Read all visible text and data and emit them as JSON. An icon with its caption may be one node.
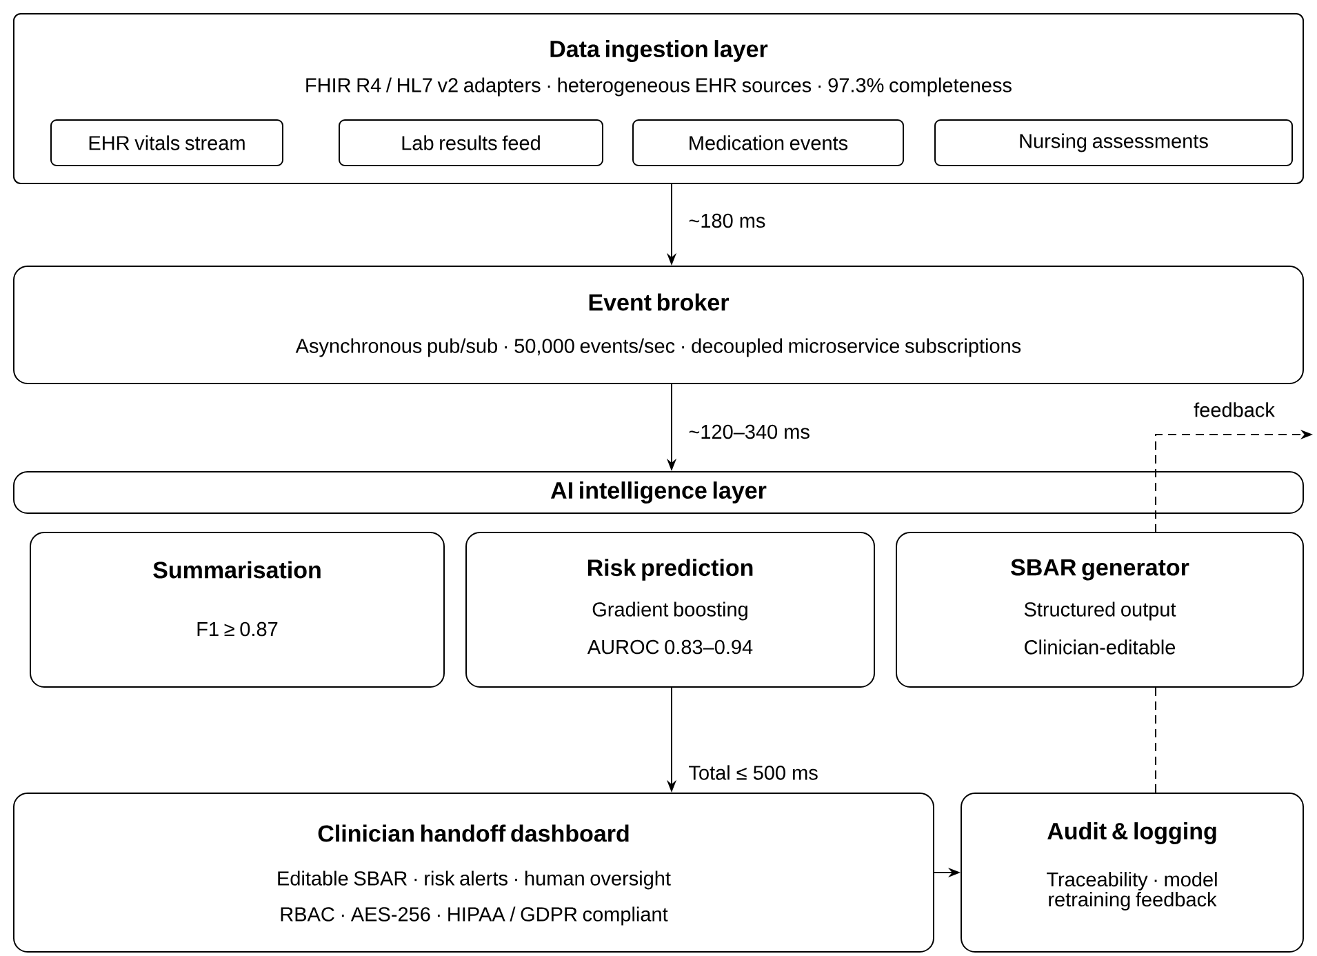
{
  "diagram": {
    "nodes": [
      {
        "text": [
          "Data ingestion layer",
          "FHIR R4 / HL7 v2 adapters · heterogeneous EHR sources · 97.3% completeness"
        ]
      },
      {
        "text": [
          "EHR vitals stream"
        ],
        "in": 0
      },
      {
        "text": [
          "Lab results feed"
        ],
        "in": 0
      },
      {
        "text": [
          "Medication events"
        ],
        "in": 0
      },
      {
        "text": [
          "Nursing assessments"
        ],
        "in": 0
      },
      {
        "text": [
          "Event broker",
          "Asynchronous pub/sub · 50,000 events/sec · decoupled microservice subscriptions"
        ]
      },
      {
        "text": [
          "AI intelligence layer"
        ]
      },
      {
        "text": [
          "Summarisation",
          "F1 ≥ 0.87"
        ]
      },
      {
        "text": [
          "Risk prediction",
          "Gradient boosting",
          "AUROC 0.83–0.94"
        ]
      },
      {
        "text": [
          "SBAR generator",
          "Structured output",
          "Clinician-editable"
        ]
      },
      {
        "text": [
          "Clinician handoff dashboard",
          "Editable SBAR · risk alerts · human oversight",
          "RBAC · AES-256 · HIPAA / GDPR compliant"
        ]
      },
      {
        "text": [
          "Audit & logging",
          "Traceability · model retraining feedback"
        ]
      }
    ],
    "edges": [
      {
        "from": 0,
        "to": 5,
        "arrow": "to",
        "label": "~180 ms"
      },
      {
        "from": 5,
        "to": 6,
        "arrow": "to",
        "label": "~120–340 ms"
      },
      {
        "from": 8,
        "to": 10,
        "arrow": "to",
        "label": "Total ≤ 500 ms"
      },
      {
        "from": 10,
        "to": 11,
        "arrow": "to"
      },
      {
        "from": 11,
        "to": null,
        "arrow": "to",
        "label": "feedback",
        "style": "dashed"
      }
    ]
  }
}
